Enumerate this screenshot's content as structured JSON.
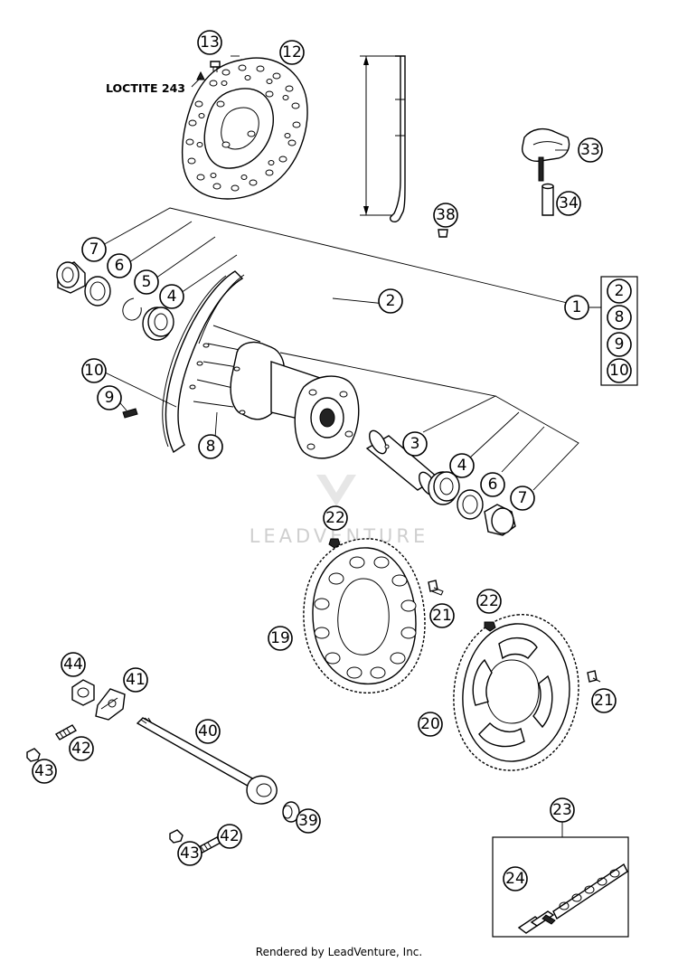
{
  "callouts": {
    "c1": "1",
    "c2_kit": "2",
    "c8_kit": "8",
    "c9_kit": "9",
    "c10_kit": "10",
    "c2": "2",
    "c3": "3",
    "c4a": "4",
    "c4b": "4",
    "c5": "5",
    "c6a": "6",
    "c6b": "6",
    "c7a": "7",
    "c7b": "7",
    "c8": "8",
    "c9": "9",
    "c10": "10",
    "c12": "12",
    "c13": "13",
    "c19": "19",
    "c20": "20",
    "c21a": "21",
    "c21b": "21",
    "c22a": "22",
    "c22b": "22",
    "c23": "23",
    "c24": "24",
    "c33": "33",
    "c34": "34",
    "c38": "38",
    "c39": "39",
    "c40": "40",
    "c41": "41",
    "c42a": "42",
    "c42b": "42",
    "c43a": "43",
    "c43b": "43",
    "c44": "44"
  },
  "labels": {
    "loctite": "LOCTITE 243",
    "watermark": "LEADVENTURE",
    "footer": "Rendered by LeadVenture, Inc."
  }
}
